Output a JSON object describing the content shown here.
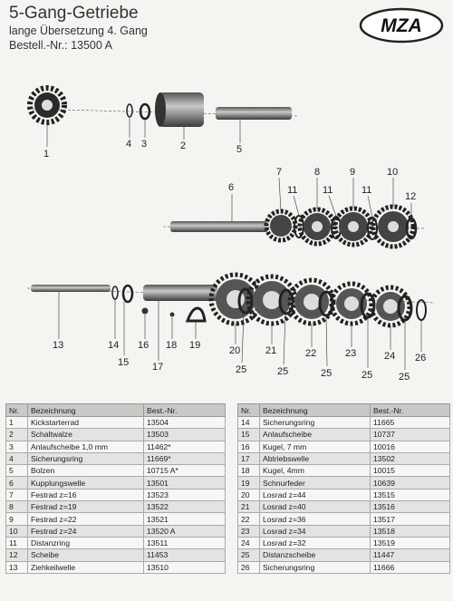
{
  "header": {
    "title": "5-Gang-Getriebe",
    "subtitle": "lange Übersetzung 4. Gang",
    "order_number": "Bestell.-Nr.: 13500 A"
  },
  "logo": {
    "text": "MZA"
  },
  "diagram": {
    "labels": [
      "1",
      "4",
      "3",
      "2",
      "5",
      "6",
      "7",
      "11",
      "8",
      "11",
      "9",
      "11",
      "10",
      "12",
      "13",
      "14",
      "15",
      "16",
      "17",
      "18",
      "19",
      "20",
      "25",
      "21",
      "25",
      "22",
      "25",
      "23",
      "25",
      "24",
      "25",
      "26"
    ]
  },
  "table": {
    "headers": {
      "nr": "Nr.",
      "name": "Bezeichnung",
      "order": "Best.-Nr."
    },
    "left_rows": [
      {
        "nr": "1",
        "name": "Kickstarterrad",
        "order": "13504"
      },
      {
        "nr": "2",
        "name": "Schaltwalze",
        "order": "13503"
      },
      {
        "nr": "3",
        "name": "Anlaufscheibe 1,0 mm",
        "order": "11462*"
      },
      {
        "nr": "4",
        "name": "Sicherungsring",
        "order": "11669*"
      },
      {
        "nr": "5",
        "name": "Bolzen",
        "order": "10715 A*"
      },
      {
        "nr": "6",
        "name": "Kupplungswelle",
        "order": "13501"
      },
      {
        "nr": "7",
        "name": "Festrad z=16",
        "order": "13523"
      },
      {
        "nr": "8",
        "name": "Festrad z=19",
        "order": "13522"
      },
      {
        "nr": "9",
        "name": "Festrad z=22",
        "order": "13521"
      },
      {
        "nr": "10",
        "name": "Festrad z=24",
        "order": "13520 A"
      },
      {
        "nr": "11",
        "name": "Distanzring",
        "order": "13511"
      },
      {
        "nr": "12",
        "name": "Scheibe",
        "order": "11453"
      },
      {
        "nr": "13",
        "name": "Ziehkeilwelle",
        "order": "13510"
      }
    ],
    "right_rows": [
      {
        "nr": "14",
        "name": "Sicherungsring",
        "order": "11665"
      },
      {
        "nr": "15",
        "name": "Anlaufscheibe",
        "order": "10737"
      },
      {
        "nr": "16",
        "name": "Kugel, 7 mm",
        "order": "10016"
      },
      {
        "nr": "17",
        "name": "Abtriebswelle",
        "order": "13502"
      },
      {
        "nr": "18",
        "name": "Kugel, 4mm",
        "order": "10015"
      },
      {
        "nr": "19",
        "name": "Schnurfeder",
        "order": "10639"
      },
      {
        "nr": "20",
        "name": "Losrad z=44",
        "order": "13515"
      },
      {
        "nr": "21",
        "name": "Losrad z=40",
        "order": "13516"
      },
      {
        "nr": "22",
        "name": "Losrad z=36",
        "order": "13517"
      },
      {
        "nr": "23",
        "name": "Losrad z=34",
        "order": "13518"
      },
      {
        "nr": "24",
        "name": "Losrad z=32",
        "order": "13519"
      },
      {
        "nr": "25",
        "name": "Distanzscheibe",
        "order": "11447"
      },
      {
        "nr": "26",
        "name": "Sicherungsring",
        "order": "11666"
      }
    ]
  }
}
